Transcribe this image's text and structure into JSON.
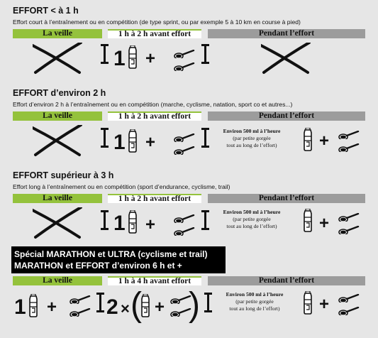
{
  "sections": [
    {
      "title": "EFFORT < à 1 h",
      "desc": "Effort court à l’entraînement ou en compétition (de type sprint, ou par exemple 5 à 10 km en course à pied)",
      "col1": "La veille",
      "col2": "1 h à 2 h avant effort",
      "col3": "Pendant l’effort"
    },
    {
      "title": "EFFORT d’environ 2 h",
      "desc": "Effort d’environ 2 h à l’entraînement ou en compétition (marche, cyclisme, natation, sport co et autres...)",
      "col1": "La veille",
      "col2": "1 h à 2 h avant effort",
      "col3": "Pendant l’effort",
      "note_bold": "Environ 500 ml à l’heure",
      "note_l2": "(par petite gorgée",
      "note_l3": "tout au long de l’effort)"
    },
    {
      "title": "EFFORT supérieur à 3 h",
      "desc": "Effort long à l’entraînement ou en compétition (sport d’endurance, cyclisme, trail)",
      "col1": "La veille",
      "col2": "1 h à 2 h avant effort",
      "col3": "Pendant l’effort",
      "note_bold": "Environ 500 ml à l’heure",
      "note_l2": "(par petite gorgée",
      "note_l3": "tout au long de l’effort)"
    },
    {
      "title_l1": "Spécial MARATHON et ULTRA (cyclisme et trail)",
      "title_l2": "MARATHON et EFFORT d’environ 6 h et +",
      "col1": "La veille",
      "col2": "1 h à 4 h avant effort",
      "col3": "Pendant l’effort",
      "note_bold": "Environ 500 ml à l’heure",
      "note_l2": "(par petite gorgée",
      "note_l3": "tout au long de l’effort)"
    }
  ],
  "symbols": {
    "one": "1",
    "two": "2",
    "plus": "+",
    "times": "×"
  },
  "colors": {
    "green": "#94c23c",
    "grey": "#9c9c9c",
    "background": "#e6e6e6"
  },
  "icons": [
    "cross-icon",
    "bottle-icon",
    "scoop-icon"
  ]
}
